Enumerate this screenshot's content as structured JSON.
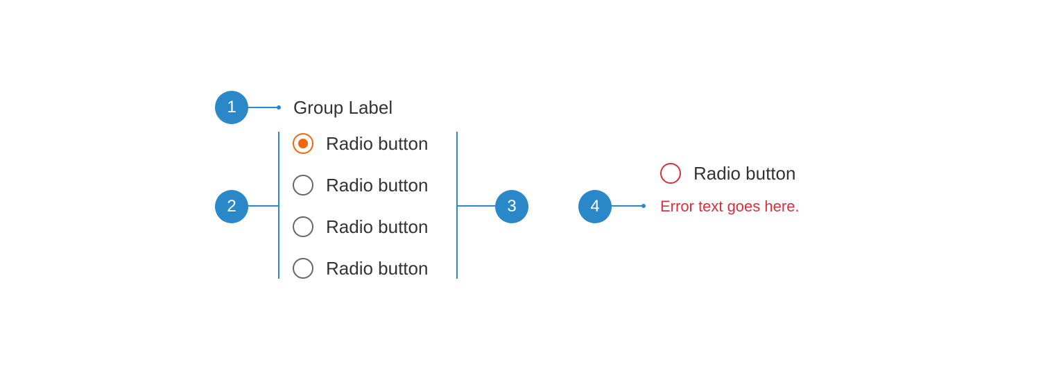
{
  "colors": {
    "accent": "#2b88c8",
    "selected": "#f2650f",
    "error": "#d9303a",
    "text": "#333333",
    "radio_border": "#666666"
  },
  "callouts": [
    {
      "number": "1"
    },
    {
      "number": "2"
    },
    {
      "number": "3"
    },
    {
      "number": "4"
    }
  ],
  "group": {
    "label": "Group Label",
    "options": [
      {
        "label": "Radio button",
        "selected": true
      },
      {
        "label": "Radio button",
        "selected": false
      },
      {
        "label": "Radio button",
        "selected": false
      },
      {
        "label": "Radio button",
        "selected": false
      }
    ]
  },
  "error_example": {
    "label": "Radio button",
    "error_text": "Error text goes here."
  }
}
